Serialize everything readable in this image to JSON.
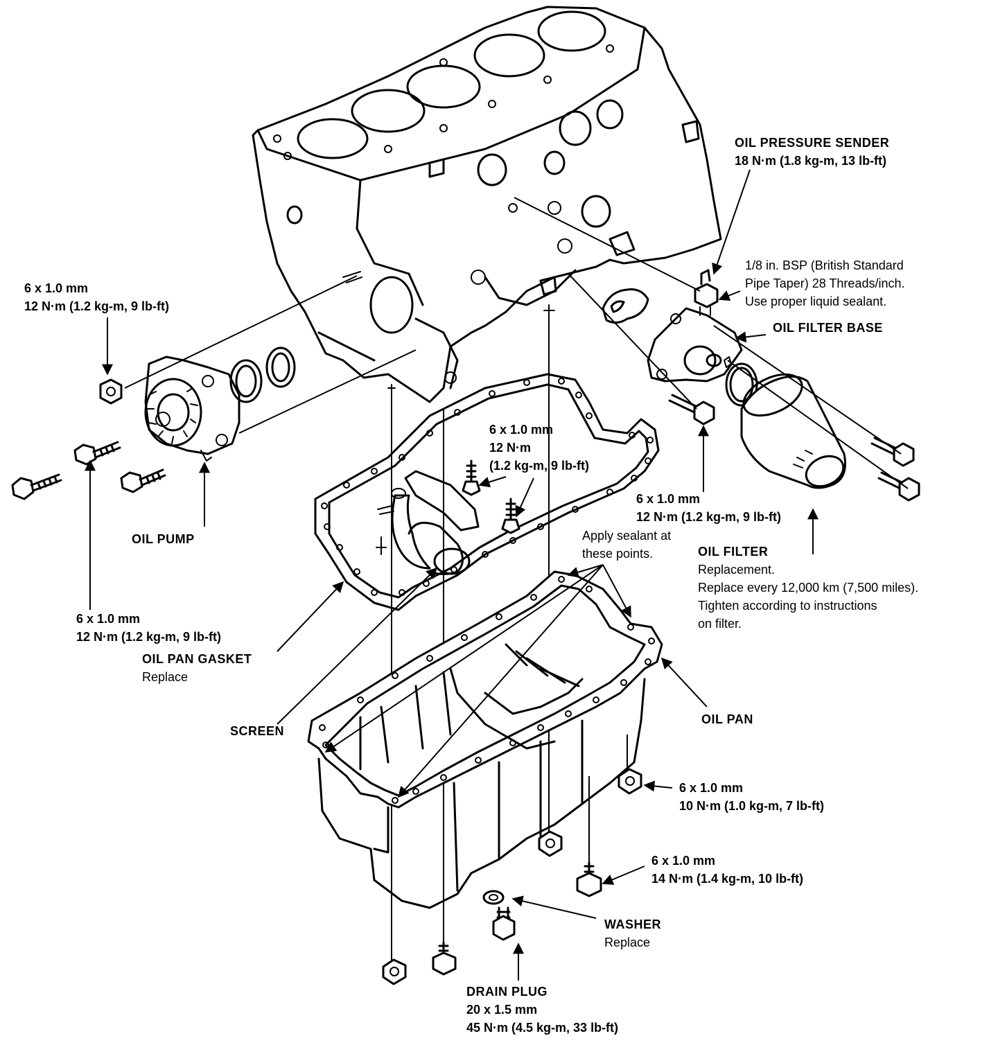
{
  "labels": {
    "oil_pressure_sender": {
      "title": "OIL PRESSURE SENDER",
      "torque": "18 N·m (1.8 kg-m, 13 lb-ft)"
    },
    "bsp_note": {
      "line1": "1/8 in. BSP (British Standard",
      "line2": "Pipe Taper) 28 Threads/inch.",
      "line3": "Use proper liquid sealant."
    },
    "oil_filter_base": {
      "title": "OIL FILTER BASE"
    },
    "pump_bolt_top": {
      "size": "6 x 1.0 mm",
      "torque": "12 N·m (1.2 kg-m, 9 lb-ft)"
    },
    "screen_bolt": {
      "size": "6 x 1.0 mm",
      "torque_line1": "12 N·m",
      "torque_line2": "(1.2 kg-m, 9 lb-ft)"
    },
    "filter_base_bolt": {
      "size": "6 x 1.0 mm",
      "torque": "12 N·m (1.2 kg-m, 9 lb-ft)"
    },
    "oil_pump": {
      "title": "OIL PUMP"
    },
    "sealant": {
      "line1": "Apply sealant at",
      "line2": "these points."
    },
    "oil_filter": {
      "title": "OIL FILTER",
      "line1": "Replacement.",
      "line2": "Replace every 12,000 km (7,500 miles).",
      "line3": "Tighten according to instructions",
      "line4": "on filter."
    },
    "pump_bolt_bottom": {
      "size": "6 x 1.0 mm",
      "torque": "12 N·m (1.2 kg-m, 9 lb-ft)"
    },
    "oil_pan_gasket": {
      "title": "OIL PAN GASKET",
      "note": "Replace"
    },
    "screen": {
      "title": "SCREEN"
    },
    "oil_pan": {
      "title": "OIL PAN"
    },
    "pan_nut": {
      "size": "6 x 1.0 mm",
      "torque": "10 N·m (1.0 kg-m, 7 lb-ft)"
    },
    "pan_bolt": {
      "size": "6 x 1.0 mm",
      "torque": "14 N·m (1.4 kg-m, 10 lb-ft)"
    },
    "washer": {
      "title": "WASHER",
      "note": "Replace"
    },
    "drain_plug": {
      "title": "DRAIN PLUG",
      "size": "20 x 1.5 mm",
      "torque": "45 N·m (4.5 kg-m, 33 lb-ft)"
    }
  },
  "colors": {
    "ink": "#000000",
    "paper": "#ffffff"
  }
}
